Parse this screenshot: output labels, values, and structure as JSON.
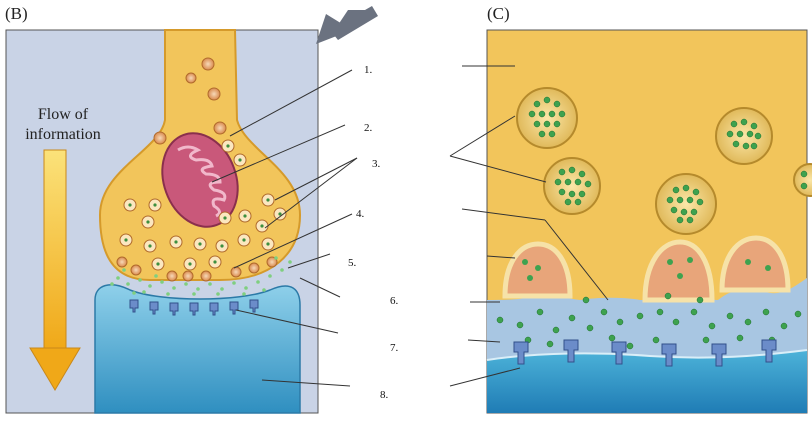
{
  "panels": {
    "left_tag": "(B)",
    "right_tag": "(C)"
  },
  "flow_label_line1": "Flow of",
  "flow_label_line2": "information",
  "numbers": [
    "1.",
    "2.",
    "3.",
    "4.",
    "5.",
    "6.",
    "7.",
    "8."
  ],
  "colors": {
    "background_left": "#c9d3e6",
    "presynaptic_fill": "#f2c55b",
    "mitochondrion": "#c9587a",
    "postsynaptic": "#5ab3d6",
    "neurotransmitter": "#4caf50",
    "arrow": "#f2b820",
    "pointer_arrow": "#6b7280"
  },
  "icons": {
    "pointer": "thick-gray-arrow",
    "flow": "yellow-down-arrow"
  }
}
